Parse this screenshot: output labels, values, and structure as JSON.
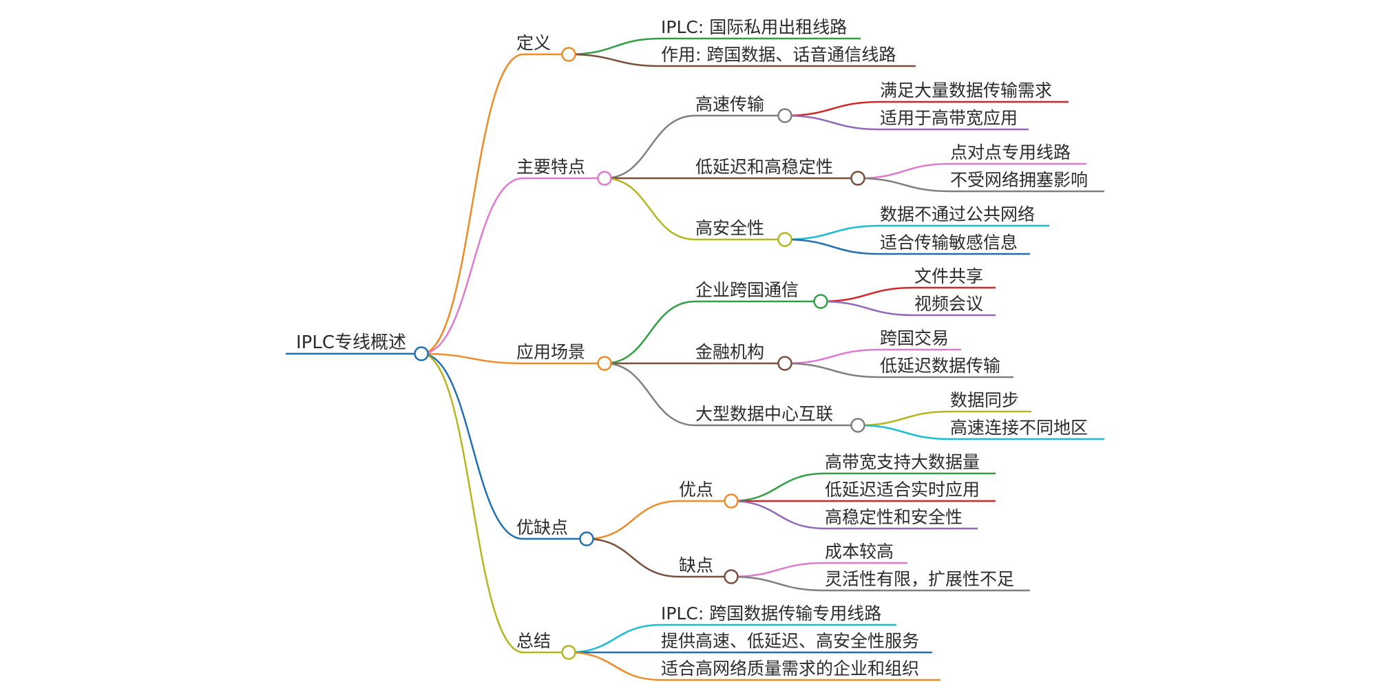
{
  "root": {
    "label": "IPLC专线概述",
    "color": "#1f6fb5",
    "children": [
      {
        "label": "定义",
        "color": "#f08a24",
        "children": [
          {
            "label": "IPLC: 国际私用出租线路",
            "color": "#2ea043"
          },
          {
            "label": "作用: 跨国数据、话音通信线路",
            "color": "#7a4e3a"
          }
        ]
      },
      {
        "label": "主要特点",
        "color": "#e07ad0",
        "children": [
          {
            "label": "高速传输",
            "color": "#7f7f7f",
            "children": [
              {
                "label": "满足大量数据传输需求",
                "color": "#d62728"
              },
              {
                "label": "适用于高带宽应用",
                "color": "#9467bd"
              }
            ]
          },
          {
            "label": "低延迟和高稳定性",
            "color": "#7a4e3a",
            "children": [
              {
                "label": "点对点专用线路",
                "color": "#e07ad0"
              },
              {
                "label": "不受网络拥塞影响",
                "color": "#7f7f7f"
              }
            ]
          },
          {
            "label": "高安全性",
            "color": "#b5b51e",
            "children": [
              {
                "label": "数据不通过公共网络",
                "color": "#17becf"
              },
              {
                "label": "适合传输敏感信息",
                "color": "#1f6fb5"
              }
            ]
          }
        ]
      },
      {
        "label": "应用场景",
        "color": "#f08a24",
        "children": [
          {
            "label": "企业跨国通信",
            "color": "#2ea043",
            "children": [
              {
                "label": "文件共享",
                "color": "#d62728"
              },
              {
                "label": "视频会议",
                "color": "#9467bd"
              }
            ]
          },
          {
            "label": "金融机构",
            "color": "#7a4e3a",
            "children": [
              {
                "label": "跨国交易",
                "color": "#e07ad0"
              },
              {
                "label": "低延迟数据传输",
                "color": "#7f7f7f"
              }
            ]
          },
          {
            "label": "大型数据中心互联",
            "color": "#7f7f7f",
            "children": [
              {
                "label": "数据同步",
                "color": "#b5b51e"
              },
              {
                "label": "高速连接不同地区",
                "color": "#17becf"
              }
            ]
          }
        ]
      },
      {
        "label": "优缺点",
        "color": "#1f6fb5",
        "children": [
          {
            "label": "优点",
            "color": "#f08a24",
            "children": [
              {
                "label": "高带宽支持大数据量",
                "color": "#2ea043"
              },
              {
                "label": "低延迟适合实时应用",
                "color": "#d62728"
              },
              {
                "label": "高稳定性和安全性",
                "color": "#9467bd"
              }
            ]
          },
          {
            "label": "缺点",
            "color": "#7a4e3a",
            "children": [
              {
                "label": "成本较高",
                "color": "#e07ad0"
              },
              {
                "label": "灵活性有限，扩展性不足",
                "color": "#7f7f7f"
              }
            ]
          }
        ]
      },
      {
        "label": "总结",
        "color": "#b5b51e",
        "children": [
          {
            "label": "IPLC: 跨国数据传输专用线路",
            "color": "#17becf"
          },
          {
            "label": "提供高速、低延迟、高安全性服务",
            "color": "#1f6fb5"
          },
          {
            "label": "适合高网络质量需求的企业和组织",
            "color": "#f08a24"
          }
        ]
      }
    ]
  }
}
